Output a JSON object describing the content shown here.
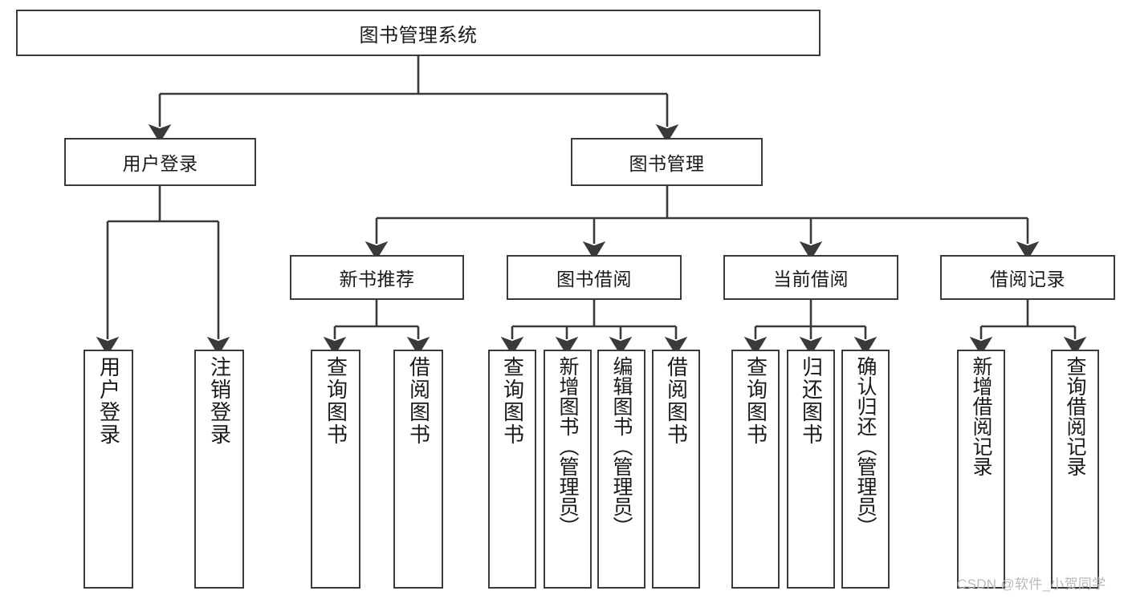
{
  "diagram": {
    "title": "图书管理系统",
    "type": "hierarchy-tree",
    "levels": 3,
    "root": {
      "id": "root",
      "label": "图书管理系统"
    },
    "level2": [
      {
        "id": "user-login",
        "label": "用户登录"
      },
      {
        "id": "book-management",
        "label": "图书管理"
      }
    ],
    "level3": [
      {
        "id": "new-book-recommend",
        "label": "新书推荐"
      },
      {
        "id": "book-borrow",
        "label": "图书借阅"
      },
      {
        "id": "current-borrow",
        "label": "当前借阅"
      },
      {
        "id": "borrow-record",
        "label": "借阅记录"
      }
    ],
    "leaves": [
      {
        "id": "leaf-user-login",
        "label": "用户登录",
        "parent": "user-login"
      },
      {
        "id": "leaf-logout-login",
        "label": "注销登录",
        "parent": "user-login"
      },
      {
        "id": "leaf-query-book-1",
        "label": "查询图书",
        "parent": "new-book-recommend"
      },
      {
        "id": "leaf-borrow-book-1",
        "label": "借阅图书",
        "parent": "new-book-recommend"
      },
      {
        "id": "leaf-query-book-2",
        "label": "查询图书",
        "parent": "book-borrow"
      },
      {
        "id": "leaf-add-book",
        "label": "新增图书（管理员）",
        "parent": "book-borrow"
      },
      {
        "id": "leaf-edit-book",
        "label": "编辑图书（管理员）",
        "parent": "book-borrow"
      },
      {
        "id": "leaf-borrow-book-2",
        "label": "借阅图书",
        "parent": "book-borrow"
      },
      {
        "id": "leaf-query-book-3",
        "label": "查询图书",
        "parent": "current-borrow"
      },
      {
        "id": "leaf-return-book",
        "label": "归还图书",
        "parent": "current-borrow"
      },
      {
        "id": "leaf-confirm-return",
        "label": "确认归还（管理员）",
        "parent": "current-borrow"
      },
      {
        "id": "leaf-add-record",
        "label": "新增借阅记录",
        "parent": "borrow-record"
      },
      {
        "id": "leaf-query-record",
        "label": "查询借阅记录",
        "parent": "borrow-record"
      }
    ],
    "colors": {
      "line": "#3a3a3a",
      "box_fill": "#ffffff",
      "text": "#1a1a1a",
      "watermark": "#b9b9b9"
    }
  },
  "watermark": {
    "text": "CSDN @软件_小贺同学"
  }
}
